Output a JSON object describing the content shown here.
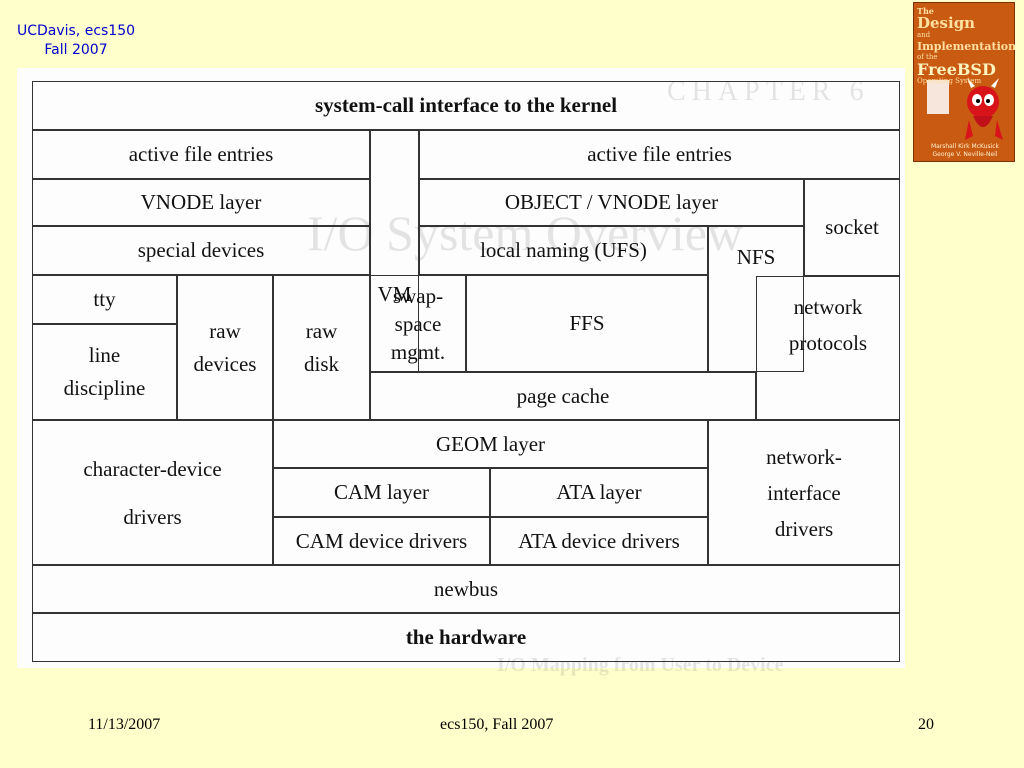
{
  "header": {
    "line1": "UCDavis, ecs150",
    "line2": "Fall 2007"
  },
  "book": {
    "title_line1": "The",
    "title_line2": "Design",
    "title_line3": "and",
    "title_line4": "Implementation",
    "title_line5": "of the",
    "title_line6": "FreeBSD",
    "title_line7": "Operating System",
    "authors_line1": "Marshall Kirk McKusick",
    "authors_line2": "George V. Neville-Neil"
  },
  "diagram": {
    "background_ghost_text_1": "CHAPTER 6",
    "background_ghost_text_2": "I/O System Overview",
    "background_ghost_text_3": "I/O Mapping from User to Device",
    "syscall": "system-call interface to the kernel",
    "active_file_entries_left": "active file entries",
    "active_file_entries_right": "active file entries",
    "vnode_layer": "VNODE layer",
    "object_vnode_layer": "OBJECT / VNODE layer",
    "socket": "socket",
    "special_devices": "special devices",
    "vm": "VM",
    "local_naming": "local naming (UFS)",
    "nfs": "NFS",
    "tty": "tty",
    "raw_devices": "raw\ndevices",
    "raw_disk": "raw\ndisk",
    "swap_space": "swap-\nspace\nmgmt.",
    "ffs": "FFS",
    "network_protocols": "network\nprotocols",
    "line_discipline": "line\ndiscipline",
    "page_cache": "page cache",
    "character_device_drivers": "character-device\ndrivers",
    "geom_layer": "GEOM layer",
    "network_interface_drivers": "network-\ninterface\ndrivers",
    "cam_layer": "CAM layer",
    "ata_layer": "ATA layer",
    "cam_device_drivers": "CAM device drivers",
    "ata_device_drivers": "ATA device drivers",
    "newbus": "newbus",
    "hardware": "the hardware"
  },
  "footer": {
    "date": "11/13/2007",
    "course": "ecs150, Fall 2007",
    "page": "20"
  }
}
